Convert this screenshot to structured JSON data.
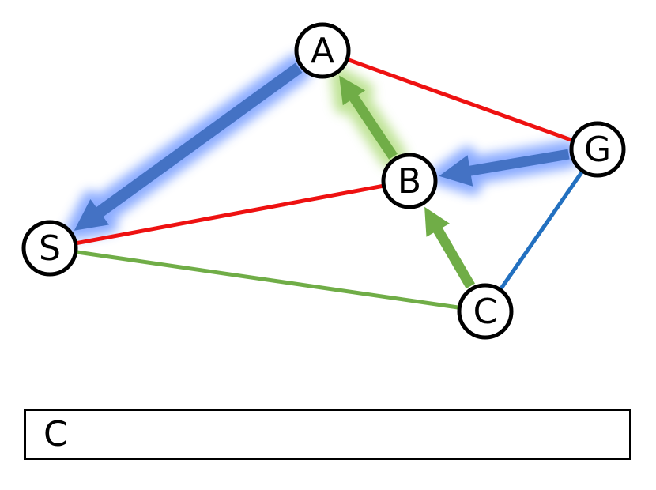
{
  "colors": {
    "red_edge": "#ee1111",
    "green_edge": "#70ad47",
    "blue_edge": "#2270c0",
    "blue_arrow": "#4472c4",
    "blue_glow": "#7ea2ff",
    "green_arrow": "#70ad47",
    "green_glow": "#b8e08a",
    "node_fill": "#ffffff",
    "node_stroke": "#000000"
  },
  "nodes": [
    {
      "id": "A",
      "label": "A"
    },
    {
      "id": "B",
      "label": "B"
    },
    {
      "id": "C",
      "label": "C"
    },
    {
      "id": "G",
      "label": "G"
    },
    {
      "id": "S",
      "label": "S"
    }
  ],
  "edges": [
    {
      "from": "A",
      "to": "G",
      "color": "red"
    },
    {
      "from": "B",
      "to": "S",
      "color": "red"
    },
    {
      "from": "S",
      "to": "C",
      "color": "green"
    },
    {
      "from": "C",
      "to": "G",
      "color": "blue"
    }
  ],
  "arrows": [
    {
      "from": "A",
      "to": "S",
      "color": "blue",
      "highlighted": true
    },
    {
      "from": "G",
      "to": "B",
      "color": "blue",
      "highlighted": true
    },
    {
      "from": "B",
      "to": "A",
      "color": "green",
      "highlighted": true
    },
    {
      "from": "C",
      "to": "B",
      "color": "green",
      "highlighted": false
    }
  ],
  "queue": {
    "text": "C"
  }
}
